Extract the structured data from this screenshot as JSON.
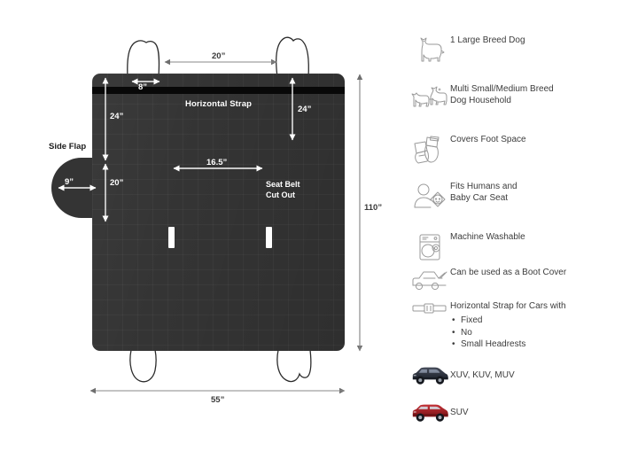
{
  "diagram": {
    "mat_color": "#343434",
    "strap_color": "#080808",
    "horizontal_strap_label": "Horizontal Strap",
    "seat_belt_label_line1": "Seat Belt",
    "seat_belt_label_line2": "Cut Out",
    "side_flap_label": "Side Flap",
    "dimensions": {
      "strap_width": "8”",
      "strap_gap": "20”",
      "left_top": "24”",
      "left_bottom": "20”",
      "right_top": "24”",
      "cutout_spacing": "16.5”",
      "side_flap_width": "9”",
      "total_height": "110”",
      "total_width": "55”"
    }
  },
  "features": [
    {
      "icon": "large-dog-icon",
      "label": "1 Large Breed Dog"
    },
    {
      "icon": "multi-dogs-icon",
      "label": "Multi Small/Medium Breed\nDog Household"
    },
    {
      "icon": "foot-space-icon",
      "label": "Covers Foot Space"
    },
    {
      "icon": "human-baby-seat-icon",
      "label": "Fits Humans and\nBaby Car Seat"
    },
    {
      "icon": "washing-machine-icon",
      "label": "Machine Washable"
    },
    {
      "icon": "boot-cover-car-icon",
      "label": "Can be used as a Boot Cover"
    },
    {
      "icon": "strap-buckle-icon",
      "label": "Horizontal Strap for Cars with",
      "sub_items": [
        "Fixed",
        "No",
        "Small Headrests"
      ]
    },
    {
      "icon": "xuv-car-photo",
      "label": "XUV, KUV, MUV",
      "color": "#2d3340"
    },
    {
      "icon": "suv-car-photo",
      "label": "SUV",
      "color": "#a81f24"
    }
  ]
}
